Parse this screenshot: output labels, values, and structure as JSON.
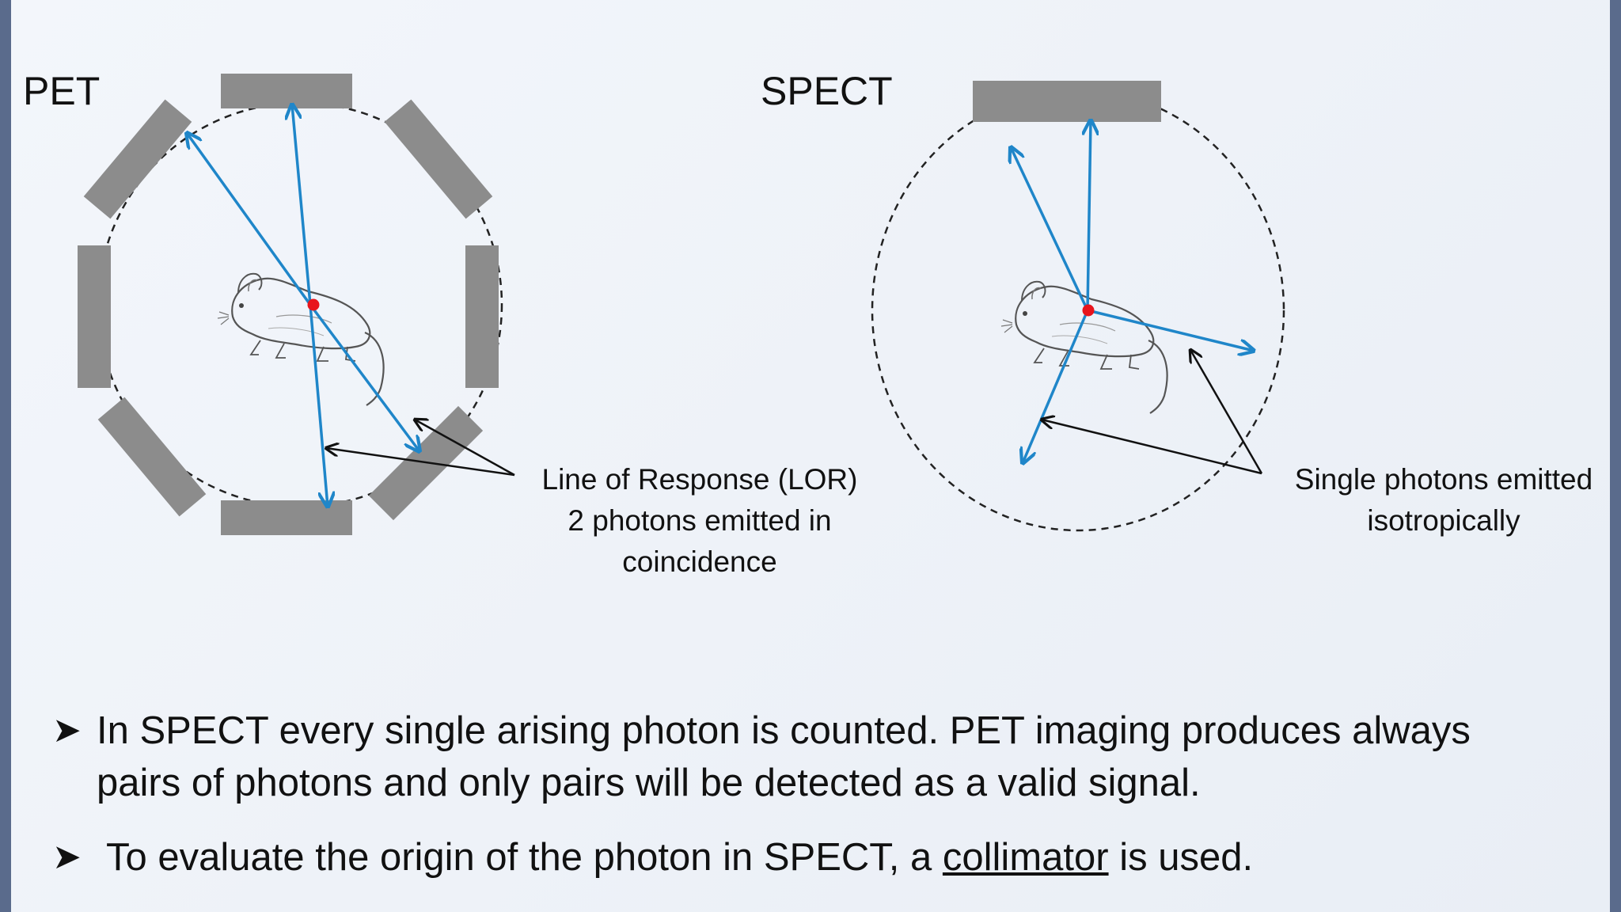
{
  "pet": {
    "title": "PET",
    "caption_lines": [
      "Line of Response (LOR)",
      "2 photons emitted in",
      "coincidence"
    ]
  },
  "spect": {
    "title": "SPECT",
    "caption_lines": [
      "Single photons emitted",
      "isotropically"
    ]
  },
  "bullets": [
    {
      "icon": "arrowhead-bullet-icon",
      "lines": [
        "In SPECT every single arising photon is counted. PET imaging produces always",
        "pairs of photons and only pairs will be detected as a valid signal."
      ]
    },
    {
      "icon": "arrowhead-bullet-icon",
      "text_before": "To evaluate the origin of the photon in SPECT, a ",
      "underlined": "collimator",
      "text_after": " is used."
    }
  ],
  "colors": {
    "detector": "#8c8c8c",
    "photon_arrow": "#1f86c9",
    "pointer_arrow": "#111111",
    "source_dot": "#e8141c",
    "slide_border": "#5a6b8c"
  }
}
